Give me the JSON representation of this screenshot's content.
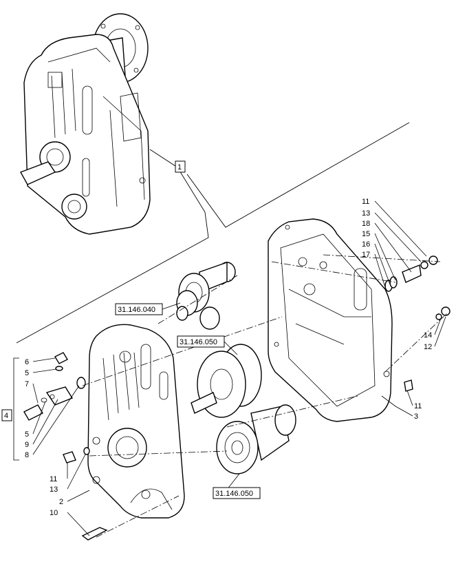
{
  "callouts": {
    "c1": "1",
    "c2": "2",
    "c3": "3",
    "c4": "4",
    "c5a": "5",
    "c5b": "5",
    "c6": "6",
    "c7": "7",
    "c8": "8",
    "c9": "9",
    "c10": "10",
    "c11a": "11",
    "c11b": "11",
    "c11c": "11",
    "c12": "12",
    "c13a": "13",
    "c13b": "13",
    "c14": "14",
    "c15": "15",
    "c16": "16",
    "c17": "17",
    "c18": "18"
  },
  "references": {
    "ref_a": "31.146.040",
    "ref_b": "31.146.050",
    "ref_c": "31.146.050"
  }
}
